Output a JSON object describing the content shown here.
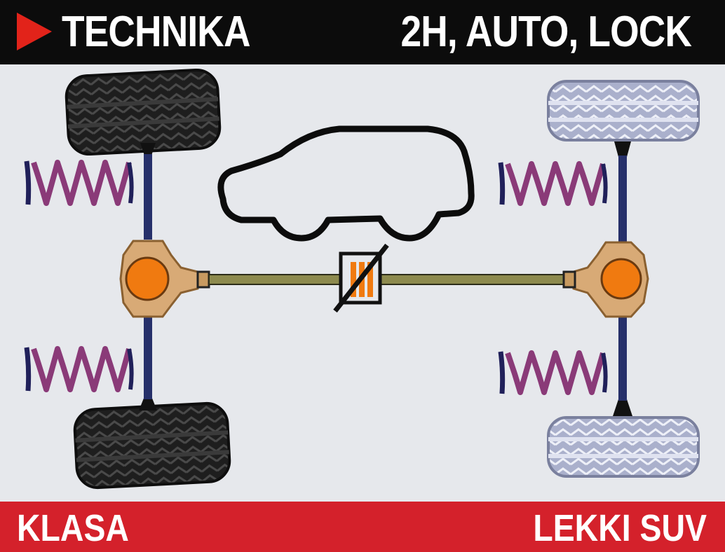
{
  "header": {
    "title": "TECHNIKA",
    "modes": "2H, AUTO, LOCK"
  },
  "footer": {
    "class_label": "KLASA",
    "class_value": "LEKKI SUV"
  },
  "colors": {
    "header_bg": "#0c0c0c",
    "footer_bg": "#d4212b",
    "arrow": "#e2231a",
    "background": "#e6e8ec",
    "driven_tire": "#1c1c1c",
    "undriven_tire": "#aeb3ce",
    "spring": "#8a3a78",
    "shaft": "#26306a",
    "differential": "#d8aa76",
    "diff_core": "#f07a10"
  },
  "diagram": {
    "front_axle_driven": true,
    "rear_axle_driven": false,
    "center_coupling_locked": false
  }
}
